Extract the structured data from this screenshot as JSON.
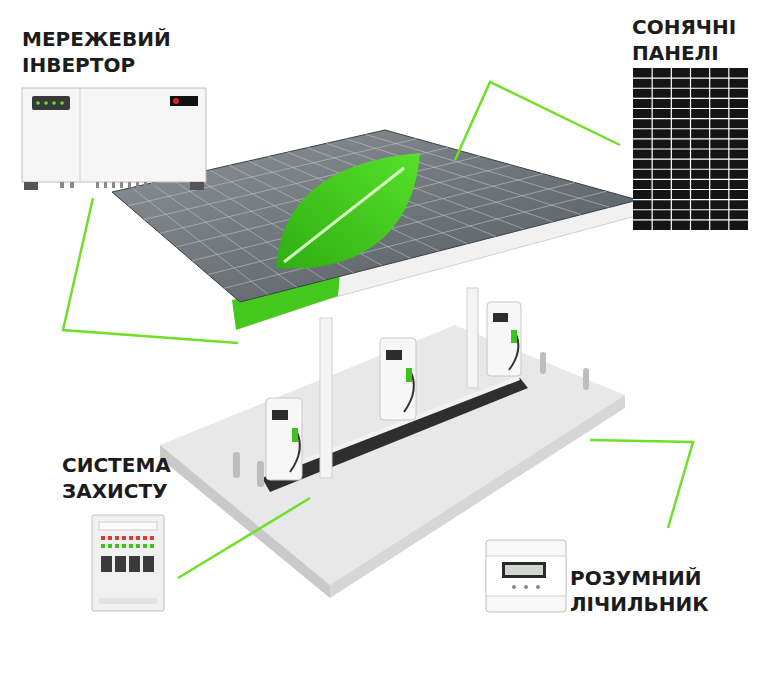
{
  "diagram": {
    "labels": [
      "МЕРЕЖЕВИЙ ІНВЕРТОР",
      "СОНЯЧНІ ПАНЕЛІ",
      "СИСТЕМА ЗАХИСТУ",
      "РОЗУМНИЙ ЛІЧИЛЬНИК"
    ]
  }
}
